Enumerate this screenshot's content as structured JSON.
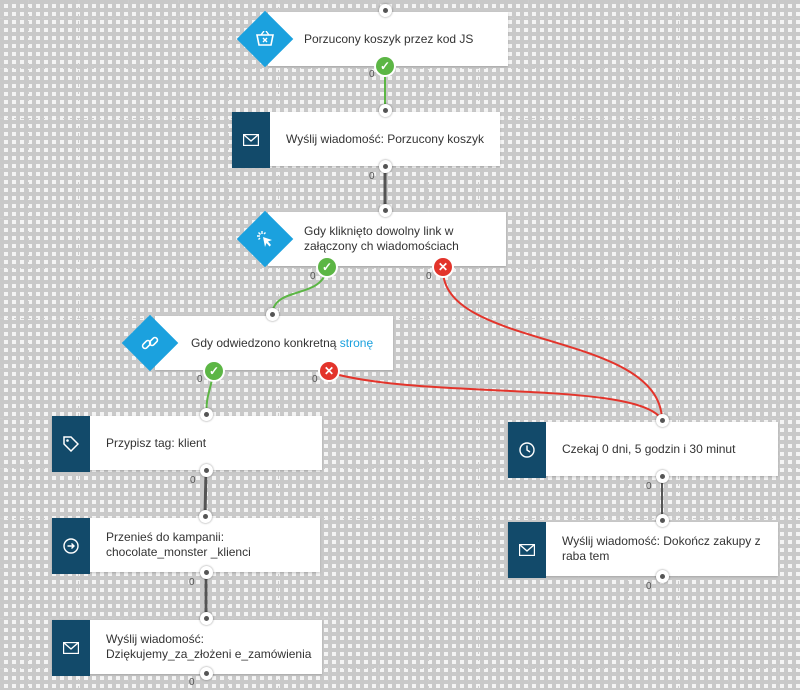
{
  "colors": {
    "node_dark": "#124a6a",
    "node_condition": "#1ba1de",
    "yes": "#5cb645",
    "no": "#e3342b",
    "connector": "#555555"
  },
  "nodes": {
    "abandoned_cart": {
      "label": "Porzucony koszyk przez kod JS",
      "icon": "cart-icon"
    },
    "send_abandoned": {
      "label": "Wyślij wiadomość: Porzucony koszyk",
      "icon": "envelope-icon"
    },
    "link_clicked": {
      "label": "Gdy kliknięto dowolny link w załączony ch wiadomościach",
      "icon": "cursor-click-icon"
    },
    "page_visited": {
      "label": "Gdy odwiedzono konkretną ",
      "link_text": "stronę",
      "icon": "link-icon"
    },
    "assign_tag": {
      "label": "Przypisz tag: klient",
      "icon": "tag-icon"
    },
    "move_campaign": {
      "label": "Przenieś do kampanii: chocolate_monster _klienci",
      "icon": "arrow-circle-icon"
    },
    "send_thanks": {
      "label": "Wyślij wiadomość: Dziękujemy_za_złożeni e_zamówienia",
      "icon": "envelope-icon"
    },
    "wait": {
      "label": "Czekaj 0 dni, 5 godzin i 30 minut",
      "icon": "clock-icon"
    },
    "send_finish": {
      "label": "Wyślij wiadomość: Dokończ zakupy z raba tem",
      "icon": "envelope-icon"
    }
  },
  "counts": {
    "c1": "0",
    "c2": "0",
    "c3": "0",
    "c4": "0",
    "c5": "0",
    "c6": "0",
    "c7": "0",
    "c8": "0",
    "c9": "0",
    "c10": "0",
    "c11": "0"
  },
  "badges": {
    "yes": "✓",
    "no": "✕"
  }
}
